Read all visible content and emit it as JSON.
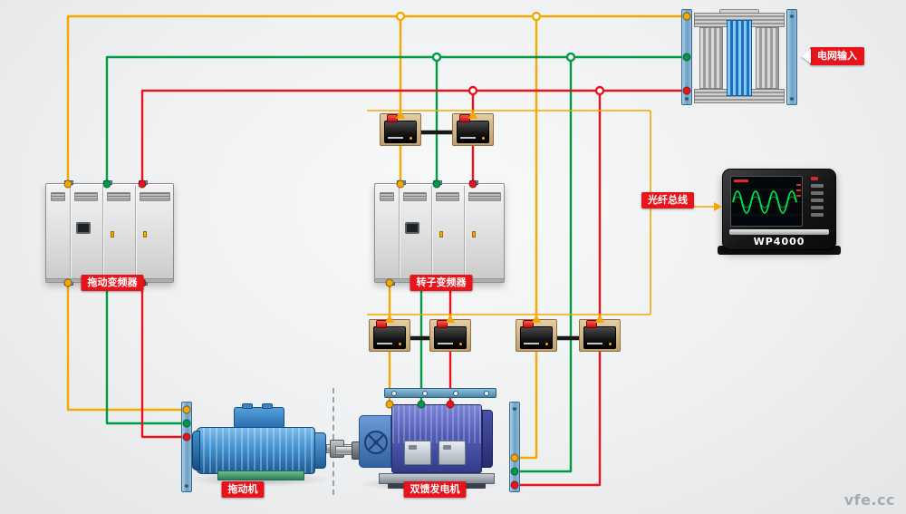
{
  "colors": {
    "phase_a": "#F5A800",
    "phase_b": "#009A44",
    "phase_c": "#E8141C",
    "fiber": "#F5A800",
    "label_bg": "#E8141C",
    "label_text": "#FFFFFF"
  },
  "labels": {
    "grid_input": "电网输入",
    "drive_inverter": "拖动变频器",
    "rotor_inverter": "转子变频器",
    "fiber_bus": "光纤总线",
    "drive_motor": "拖动机",
    "generator": "双馈发电机",
    "analyzer_model": "WP4000"
  },
  "watermark": "vfe.cc"
}
